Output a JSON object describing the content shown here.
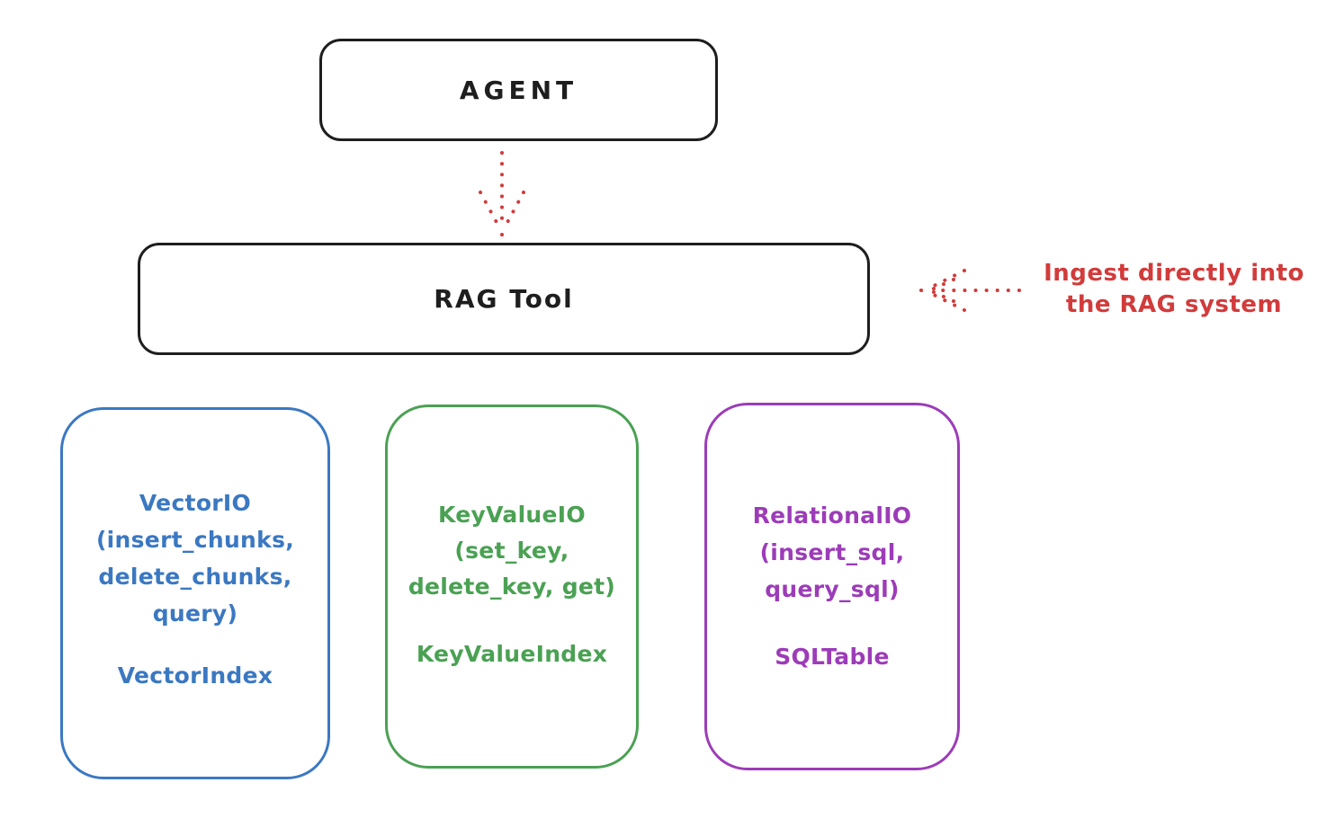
{
  "colors": {
    "ink": "#1e1e1e",
    "red": "#d23b3b",
    "blue": "#3b78c2",
    "green": "#4aa153",
    "purple": "#9c3cb8"
  },
  "nodes": {
    "agent": {
      "label": "AGENT"
    },
    "rag_tool": {
      "label": "RAG Tool"
    },
    "vector": {
      "lines": [
        "VectorIO",
        "(insert_chunks,",
        "delete_chunks,",
        "query)"
      ],
      "footer": "VectorIndex"
    },
    "keyvalue": {
      "lines": [
        "KeyValueIO",
        "(set_key,",
        "delete_key, get)"
      ],
      "footer": "KeyValueIndex"
    },
    "relational": {
      "lines": [
        "RelationalIO",
        "(insert_sql,",
        "query_sql)"
      ],
      "footer": "SQLTable"
    }
  },
  "annotation": {
    "line1": "Ingest directly into",
    "line2": "the RAG system"
  }
}
